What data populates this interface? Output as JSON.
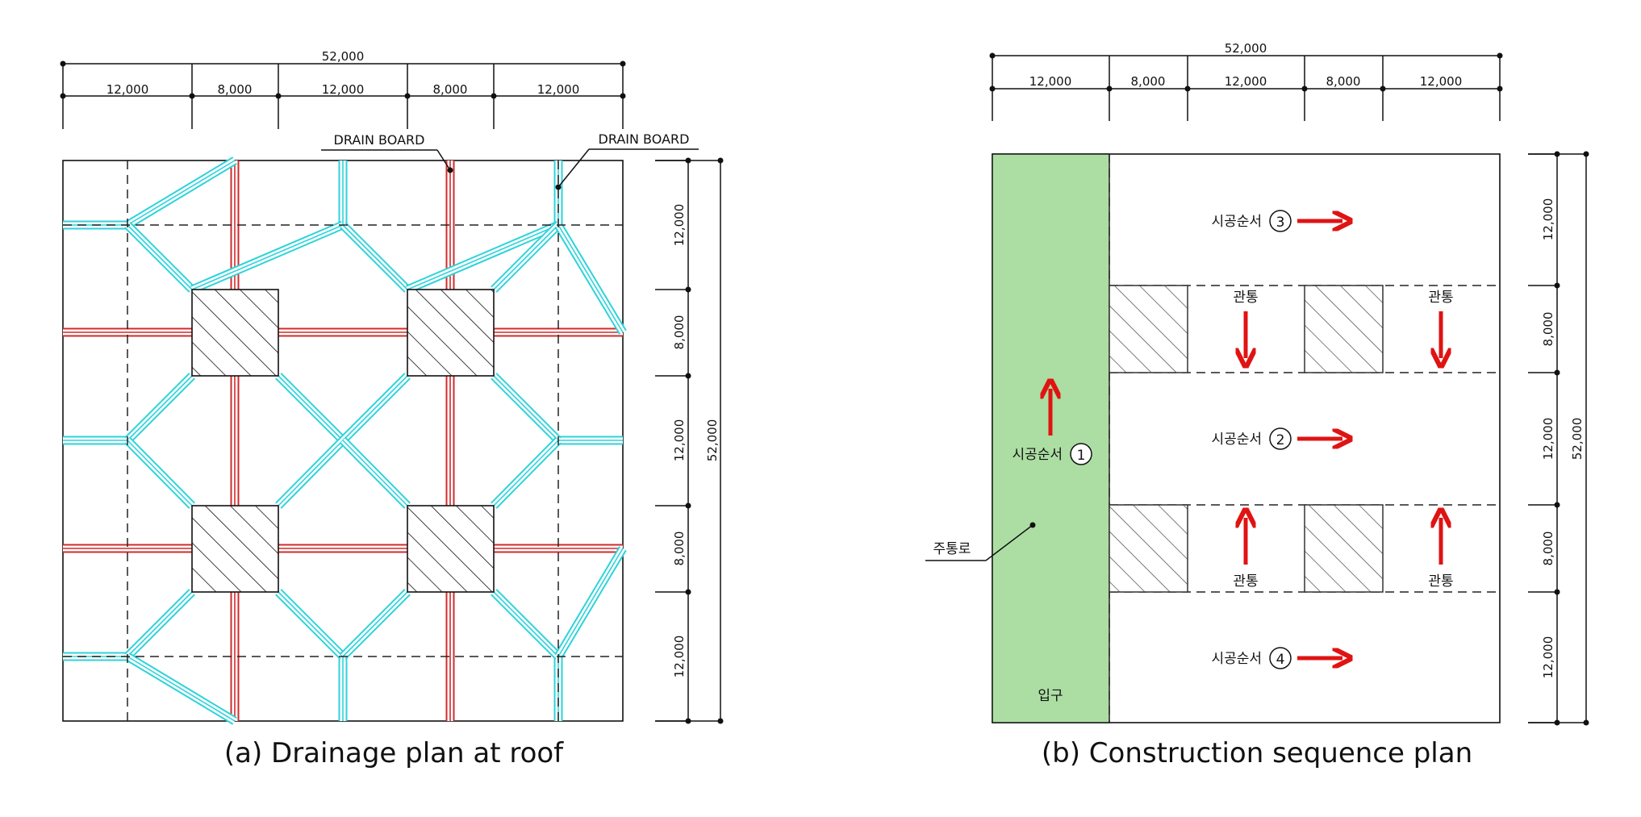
{
  "plan_a": {
    "caption": "(a) Drainage plan at roof",
    "total_dim": "52,000",
    "segments_top": [
      "12,000",
      "8,000",
      "12,000",
      "8,000",
      "12,000"
    ],
    "segments_right": [
      "12,000",
      "8,000",
      "12,000",
      "8,000",
      "12,000"
    ],
    "total_dim_right": "52,000",
    "callout_1": "DRAIN BOARD",
    "callout_2": "DRAIN BOARD",
    "colors": {
      "drain_red": "#d22b2b",
      "drain_cyan": "#2ed3da"
    }
  },
  "plan_b": {
    "caption": "(b) Construction sequence plan",
    "total_dim": "52,000",
    "segments_top": [
      "12,000",
      "8,000",
      "12,000",
      "8,000",
      "12,000"
    ],
    "segments_right": [
      "12,000",
      "8,000",
      "12,000",
      "8,000",
      "12,000"
    ],
    "total_dim_right": "52,000",
    "seq_label": "시공순서",
    "seq_1": "1",
    "seq_2": "2",
    "seq_3": "3",
    "seq_4": "4",
    "pass_label": "관통",
    "main_road": "주통로",
    "entrance": "입구",
    "colors": {
      "road_green": "#acdea3",
      "arrow_red": "#e01313"
    }
  }
}
